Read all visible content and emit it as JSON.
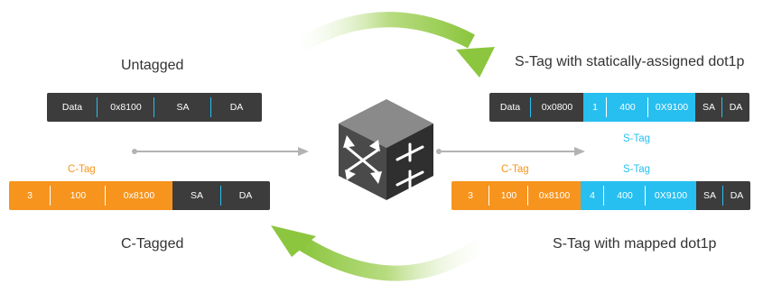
{
  "headings": {
    "untagged": "Untagged",
    "c_tagged": "C-Tagged",
    "s_tag_static": "S-Tag with statically-assigned dot1p",
    "s_tag_mapped": "S-Tag with mapped dot1p"
  },
  "untagged_frame": [
    "Data",
    "0x8100",
    "SA",
    "DA"
  ],
  "c_tagged_frame": [
    "3",
    "100",
    "0x8100",
    "SA",
    "DA"
  ],
  "s_static_frame": [
    "Data",
    "0x0800",
    "1",
    "400",
    "0X9100",
    "SA",
    "DA"
  ],
  "s_mapped_frame": [
    "3",
    "100",
    "0x8100",
    "4",
    "400",
    "0X9100",
    "SA",
    "DA"
  ],
  "tags": {
    "c_tag_left": "C-Tag",
    "s_tag_static": "S-Tag",
    "c_tag_right": "C-Tag",
    "s_tag_mapped": "S-Tag"
  },
  "colors": {
    "dark_cell": "#3c3c3c",
    "c_tag_orange": "#f7941d",
    "s_tag_cyan": "#27bff0",
    "arrow_green": "#8cc63f",
    "connector_gray": "#b3b3b3",
    "switch_body": "#4a4a4a"
  },
  "icons": {
    "switch": "network-switch-cube-icon",
    "top_arrow": "curved-arrow-right-icon",
    "bottom_arrow": "curved-arrow-left-icon"
  }
}
